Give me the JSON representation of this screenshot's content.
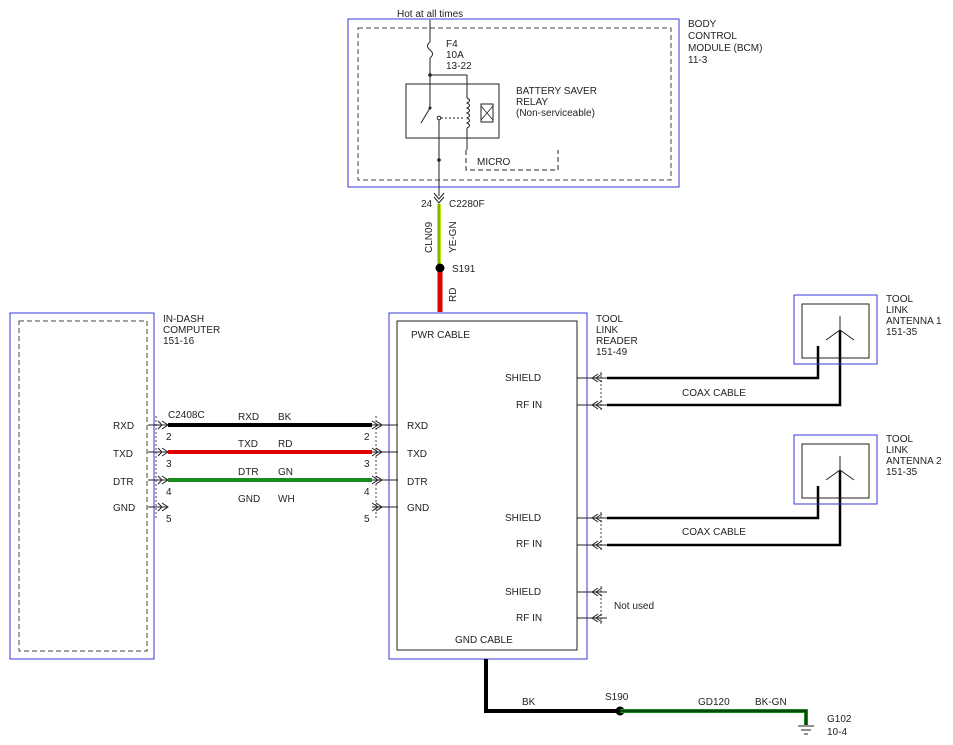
{
  "bcm": {
    "power_label": "Hot at all times",
    "fuse_name": "F4",
    "fuse_rating": "10A",
    "fuse_ref": "13-22",
    "relay_lines": [
      "BATTERY SAVER",
      "RELAY",
      "(Non-serviceable)"
    ],
    "micro_label": "MICRO",
    "title_lines": [
      "BODY",
      "CONTROL",
      "MODULE (BCM)",
      "11-3"
    ],
    "pin": "24",
    "connector": "C2280F"
  },
  "bcm_wire": {
    "circuit": "CLN09",
    "color": "YE-GN"
  },
  "splice_s191": {
    "name": "S191",
    "wire_color": "RD"
  },
  "computer": {
    "title_lines": [
      "IN-DASH",
      "COMPUTER",
      "151-16"
    ],
    "connector": "C2408C",
    "pins": [
      {
        "label": "RXD",
        "number": "2"
      },
      {
        "label": "TXD",
        "number": "3"
      },
      {
        "label": "DTR",
        "number": "4"
      },
      {
        "label": "GND",
        "number": "5"
      }
    ]
  },
  "wires": [
    {
      "signal": "RXD",
      "color": "BK",
      "hex": "#000000"
    },
    {
      "signal": "TXD",
      "color": "RD",
      "hex": "#e00000"
    },
    {
      "signal": "DTR",
      "color": "GN",
      "hex": "#1a8c1a"
    },
    {
      "signal": "GND",
      "color": "WH",
      "hex": "#ffffff"
    }
  ],
  "reader": {
    "title_lines": [
      "TOOL",
      "LINK",
      "READER",
      "151-49"
    ],
    "pwr_cable": "PWR CABLE",
    "gnd_cable": "GND CABLE",
    "left_pins": [
      {
        "label": "RXD",
        "number": "2"
      },
      {
        "label": "TXD",
        "number": "3"
      },
      {
        "label": "DTR",
        "number": "4"
      },
      {
        "label": "GND",
        "number": "5"
      }
    ],
    "right_pins": [
      "SHIELD",
      "RF IN",
      "SHIELD",
      "RF IN",
      "SHIELD",
      "RF IN"
    ],
    "not_used": "Not used"
  },
  "antenna1": {
    "title_lines": [
      "TOOL",
      "LINK",
      "ANTENNA 1",
      "151-35"
    ],
    "cable": "COAX CABLE"
  },
  "antenna2": {
    "title_lines": [
      "TOOL",
      "LINK",
      "ANTENNA 2",
      "151-35"
    ],
    "cable": "COAX CABLE"
  },
  "ground": {
    "wire_color": "BK",
    "splice": "S190",
    "circuit": "GD120",
    "circuit_color": "BK-GN",
    "point": "G102",
    "ref": "10-4"
  },
  "colors": {
    "module_border": "#3a3adc",
    "yellow_green": "#c8e600",
    "red": "#e00000",
    "green": "#1a8c1a",
    "black": "#000000"
  }
}
